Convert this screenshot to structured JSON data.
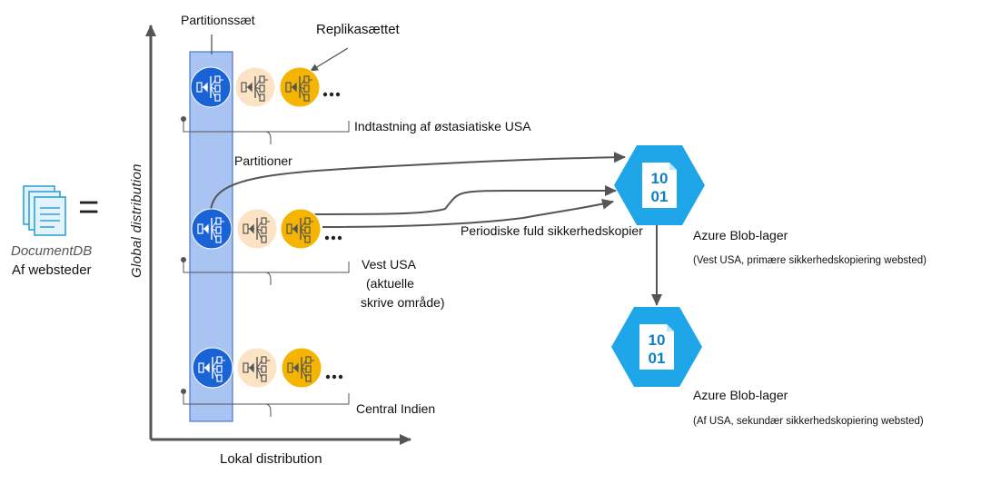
{
  "colors": {
    "partition_set_fill": "#a9c4f2",
    "partition_set_stroke": "#4a78c8",
    "primary_replica": "#1a63d6",
    "light_replica": "#fbe3c4",
    "gold_replica": "#f4b400",
    "blob": "#1ea6e8",
    "line": "#555555"
  },
  "icons": {
    "document": "documents-icon",
    "replica": "replica-node-icon",
    "blob": "blob-storage-icon"
  },
  "labels": {
    "partition_set": "Partitionssæt",
    "replica_set": "Replikasættet",
    "partitions": "Partitioner",
    "region_east": "Indtastning af østasiatiske USA",
    "region_west_1": "Vest USA",
    "region_west_2": "(aktuelle",
    "region_west_3": "skrive område)",
    "region_central": "Central Indien",
    "periodic_backup": "Periodiske fuld sikkerhedskopier",
    "blob_primary": "Azure Blob-lager",
    "blob_primary_sub": "(Vest USA, primære sikkerhedskopiering websted)",
    "blob_secondary": "Azure Blob-lager",
    "blob_secondary_sub": "(Af USA, sekundær sikkerhedskopiering websted)",
    "documentdb": "DocumentDB",
    "websites": "Af websteder",
    "equals": "=",
    "global_axis": "Global distribution",
    "local_axis": "Lokal distribution",
    "ellipsis": "•••",
    "blob_digits_1": "10",
    "blob_digits_2": "01"
  }
}
